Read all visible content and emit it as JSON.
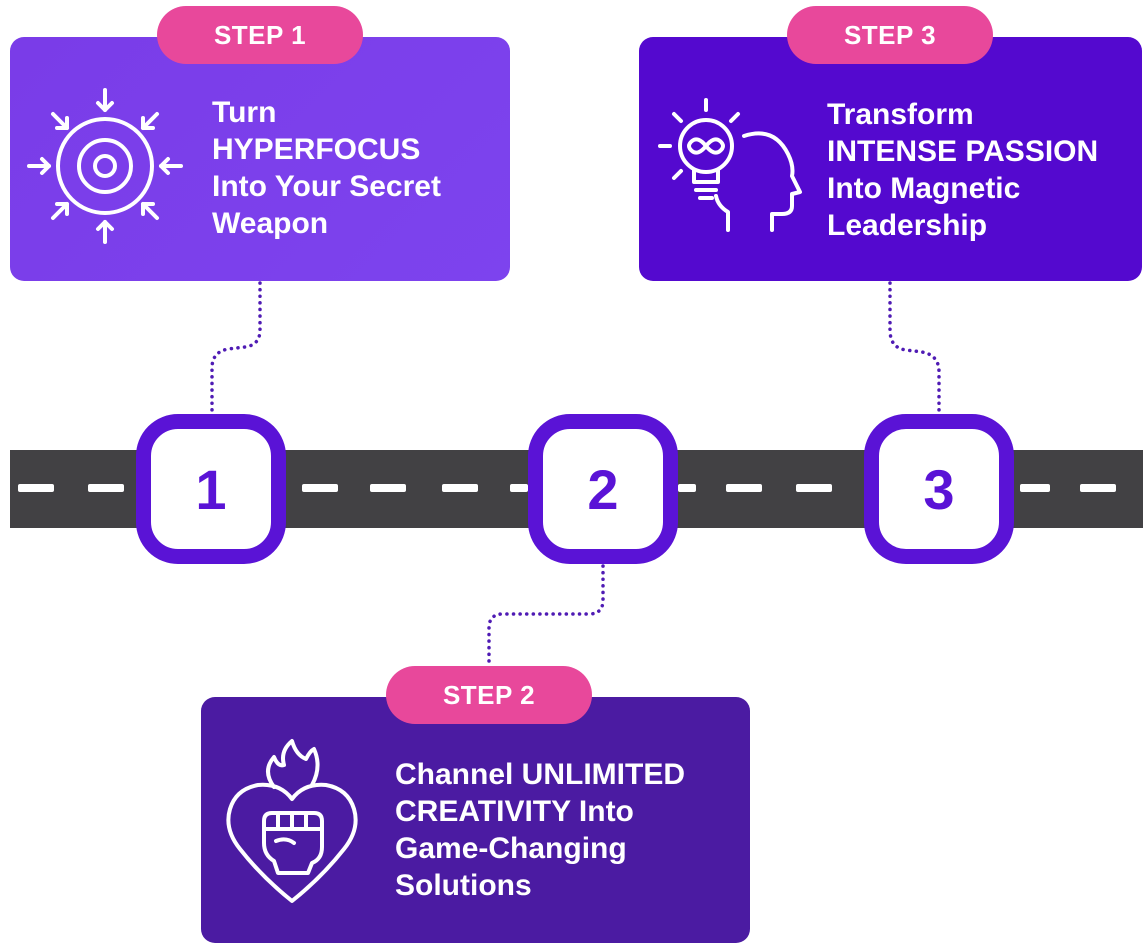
{
  "steps": [
    {
      "badge": "STEP 1",
      "number": "1",
      "lines": [
        "Turn",
        "HYPERFOCUS",
        "Into Your Secret",
        "Weapon"
      ],
      "icon": "target-focus-icon"
    },
    {
      "badge": "STEP 2",
      "number": "2",
      "lines": [
        "Channel UNLIMITED",
        "CREATIVITY Into",
        "Game-Changing",
        "Solutions"
      ],
      "icon": "flaming-heart-fist-icon"
    },
    {
      "badge": "STEP 3",
      "number": "3",
      "lines": [
        "Transform",
        "INTENSE PASSION",
        "Into Magnetic",
        "Leadership"
      ],
      "icon": "head-lightbulb-infinity-icon"
    }
  ],
  "colors": {
    "card_1": "#7b3fea",
    "card_2": "#4b1ba2",
    "card_3": "#5409cf",
    "badge": "#e8489b",
    "marker_border": "#5a13d6",
    "road": "#424144",
    "connector": "#4f1bb4"
  }
}
